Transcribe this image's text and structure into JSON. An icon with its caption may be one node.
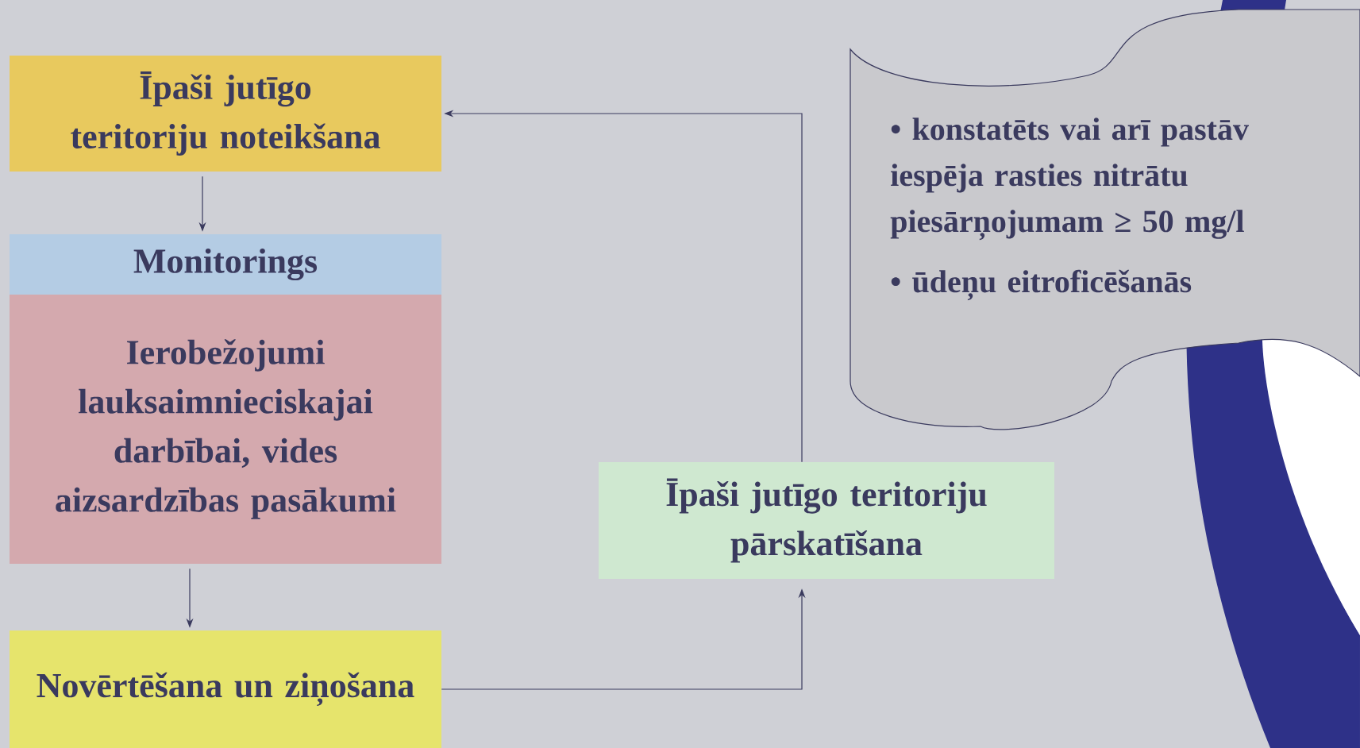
{
  "diagram": {
    "nodes": [
      {
        "text": [
          "Īpaši jutīgo teritoriju noteikšana"
        ]
      },
      {
        "text": [
          "Monitorings"
        ]
      },
      {
        "text": [
          "Ierobežojumi lauksaimnieciskajai darbībai, vides aizsardzības pasākumi"
        ]
      },
      {
        "text": [
          "Novērtēšana un ziņošana"
        ]
      },
      {
        "text": [
          "Īpaši jutīgo teritoriju pārskatīšana"
        ]
      },
      {
        "text": [
          "• konstatēts vai arī pastāv iespēja rasties nitrātu piesārņojumam ≥ 50 mg/l",
          "• ūdeņu eitroficēšanās"
        ]
      }
    ],
    "edges": [
      {
        "from": 0,
        "to": 1,
        "arrow": "to"
      },
      {
        "from": 2,
        "to": 3,
        "arrow": "to"
      },
      {
        "from": 3,
        "to": 4,
        "arrow": "to"
      },
      {
        "from": 4,
        "to": 0,
        "arrow": "to"
      }
    ]
  }
}
